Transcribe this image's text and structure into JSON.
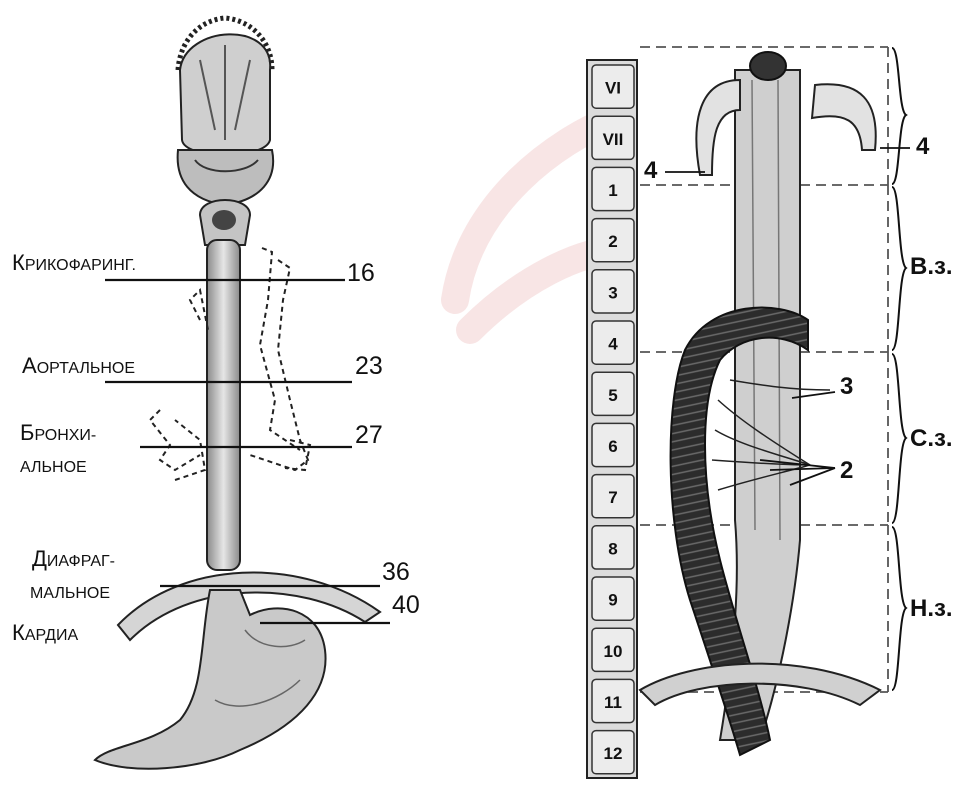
{
  "left_panel": {
    "constrictions": [
      {
        "label_first": "К",
        "label_rest": "РИКОФАРИНГ.",
        "cm": "16"
      },
      {
        "label_first": "А",
        "label_rest": "ОРТАЛЬНОЕ",
        "cm": "23"
      },
      {
        "label_first": "Б",
        "label_rest": "РОНХИ-",
        "label_line2": "АЛЬНОЕ",
        "cm": "27"
      },
      {
        "label_first": "Д",
        "label_rest": "ИАФРАГ-",
        "label_line2": "МАЛЬНОЕ",
        "cm": "36"
      },
      {
        "label_first": "К",
        "label_rest": "АРДИА",
        "cm": "40"
      }
    ]
  },
  "right_panel": {
    "vertebrae": [
      "VI",
      "VII",
      "1",
      "2",
      "3",
      "4",
      "5",
      "6",
      "7",
      "8",
      "9",
      "10",
      "11",
      "12"
    ],
    "segments": [
      {
        "label": "В.з."
      },
      {
        "label": "С.з."
      },
      {
        "label": "Н.з."
      }
    ],
    "markers": {
      "nerve_top": "4",
      "branch": "3",
      "arteries": "2"
    }
  },
  "colors": {
    "ink": "#111111",
    "organ": "#d8d8d8",
    "aorta": "#2a2a2a",
    "watermark": "#f6dede"
  }
}
